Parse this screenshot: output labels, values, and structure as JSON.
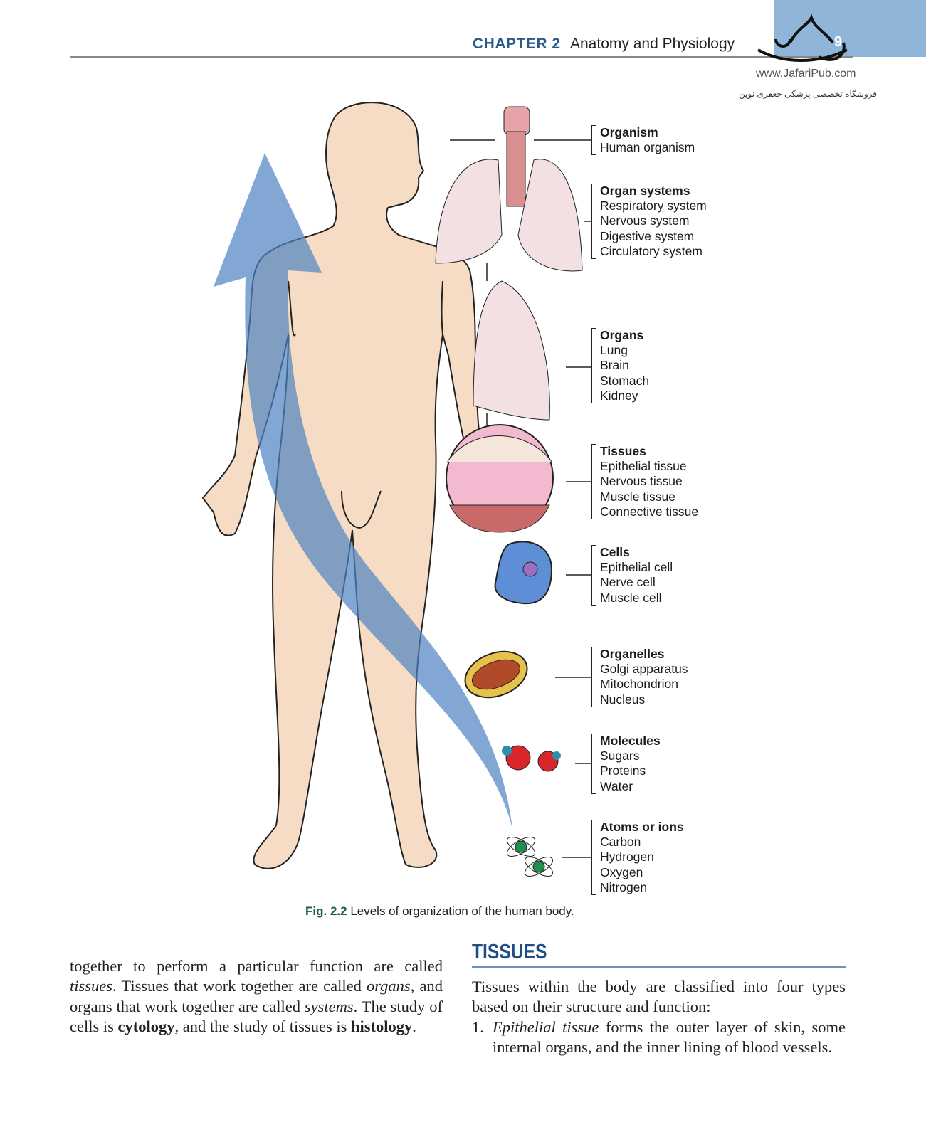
{
  "header": {
    "chapter": "CHAPTER 2",
    "title": "Anatomy and Physiology",
    "page_number": "9"
  },
  "watermark": {
    "url": "www.JafariPub.com",
    "tagline": "فروشگاه تخصصی پزشکی جعفری نوین"
  },
  "figure": {
    "caption_label": "Fig. 2.2",
    "caption_text": "Levels of organization of the human body.",
    "levels": [
      {
        "title": "Organism",
        "items": [
          "Human organism"
        ]
      },
      {
        "title": "Organ systems",
        "items": [
          "Respiratory system",
          "Nervous system",
          "Digestive system",
          "Circulatory system"
        ]
      },
      {
        "title": "Organs",
        "items": [
          "Lung",
          "Brain",
          "Stomach",
          "Kidney"
        ]
      },
      {
        "title": "Tissues",
        "items": [
          "Epithelial tissue",
          "Nervous tissue",
          "Muscle tissue",
          "Connective tissue"
        ]
      },
      {
        "title": "Cells",
        "items": [
          "Epithelial cell",
          "Nerve cell",
          "Muscle cell"
        ]
      },
      {
        "title": "Organelles",
        "items": [
          "Golgi apparatus",
          "Mitochondrion",
          "Nucleus"
        ]
      },
      {
        "title": "Molecules",
        "items": [
          "Sugars",
          "Proteins",
          "Water"
        ]
      },
      {
        "title": "Atoms or ions",
        "items": [
          "Carbon",
          "Hydrogen",
          "Oxygen",
          "Nitrogen"
        ]
      }
    ]
  },
  "left_column": {
    "p1": "together to perform a particular function are called ",
    "tissues": "tissues",
    "p2": ". Tissues that work together are called ",
    "organs": "organs",
    "p3": ", and organs that work together are called ",
    "systems": "systems",
    "p4": ". The study of cells is ",
    "cytology": "cytology",
    "p5": ", and the study of tissues is ",
    "histology": "histology",
    "p6": "."
  },
  "section": {
    "heading": "TISSUES",
    "intro": "Tissues within the body are classified into four types based on their structure and function:",
    "list": [
      {
        "num": "1.",
        "term": "Epithelial tissue",
        "text": " forms the outer layer of skin, some internal organs, and the inner lining of blood vessels."
      }
    ]
  },
  "colors": {
    "heading_blue": "#1e4f86",
    "arrow_blue": "#5b8ec9",
    "skin": "#f6dcc4"
  }
}
